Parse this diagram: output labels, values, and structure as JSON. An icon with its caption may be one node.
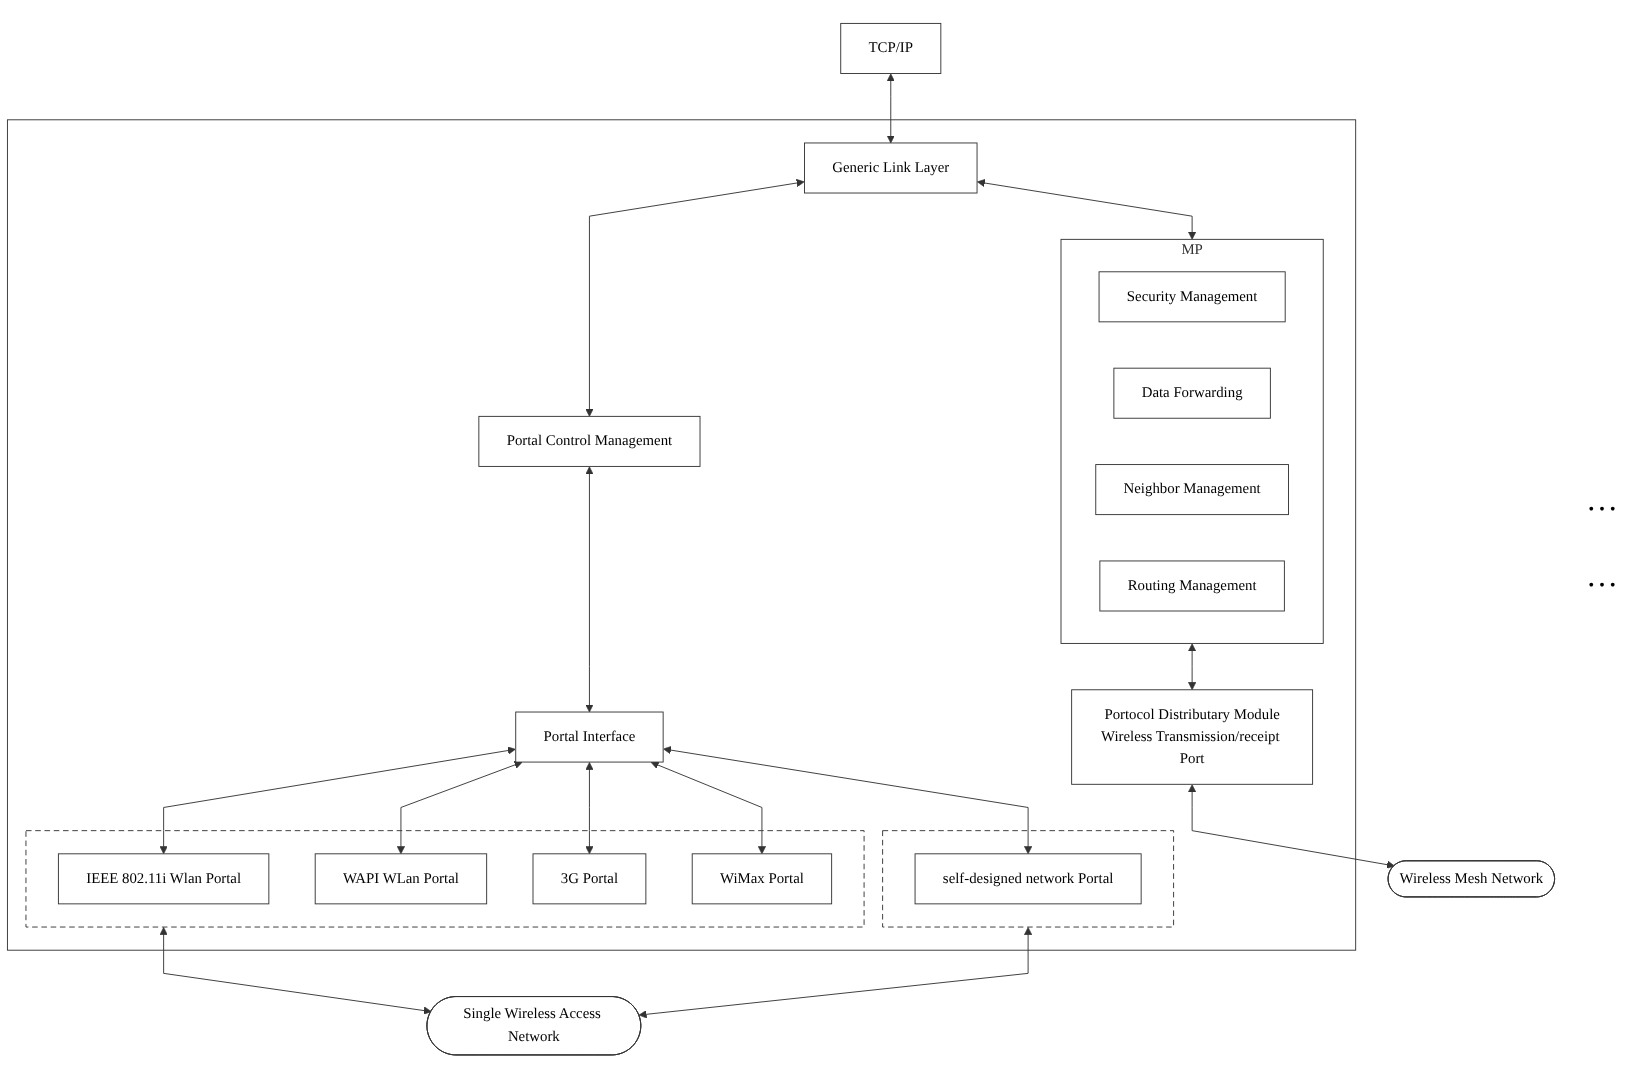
{
  "diagram": {
    "nodes": [
      {
        "text": [
          "TCP/IP"
        ]
      },
      {
        "text": [],
        "shape": "box"
      },
      {
        "text": [
          "Generic Link Layer"
        ],
        "in": 1
      },
      {
        "text": [
          "MP"
        ],
        "in": 1
      },
      {
        "text": [
          "Security Management"
        ],
        "in": 3
      },
      {
        "text": [
          "Data Forwarding"
        ],
        "in": 3
      },
      {
        "text": [
          "Neighbor Management"
        ],
        "in": 3
      },
      {
        "text": [
          "Routing Management"
        ],
        "in": 3
      },
      {
        "text": [
          "Portal Control Management"
        ],
        "in": 1
      },
      {
        "text": [
          "Portal Interface"
        ],
        "in": 1
      },
      {
        "text": [
          "Portocol Distributary Module",
          "Wireless Transmission/receipt Port"
        ],
        "in": 1
      },
      {
        "text": [],
        "shape": "box",
        "in": 1
      },
      {
        "text": [
          "IEEE 802.11i Wlan Portal"
        ],
        "in": 11
      },
      {
        "text": [
          "WAPI WLan Portal"
        ],
        "in": 11
      },
      {
        "text": [
          "3G Portal"
        ],
        "in": 11
      },
      {
        "text": [
          "WiMax Portal"
        ],
        "in": 11
      },
      {
        "text": [],
        "shape": "box",
        "in": 1
      },
      {
        "text": [
          "self-designed network Portal"
        ],
        "in": 16
      },
      {
        "text": [
          "Wireless Mesh Network"
        ]
      },
      {
        "text": [
          "Single Wireless Access Network"
        ]
      }
    ],
    "edges": [
      {
        "from": 0,
        "to": 2,
        "arrow": "both"
      },
      {
        "from": 2,
        "to": 3,
        "arrow": "both"
      },
      {
        "from": 2,
        "to": 8,
        "arrow": "both"
      },
      {
        "from": 8,
        "to": 9,
        "arrow": "both"
      },
      {
        "from": 3,
        "to": 10,
        "arrow": "both"
      },
      {
        "from": 9,
        "to": 12,
        "arrow": "both"
      },
      {
        "from": 9,
        "to": 13,
        "arrow": "both"
      },
      {
        "from": 9,
        "to": 14,
        "arrow": "both"
      },
      {
        "from": 9,
        "to": 15,
        "arrow": "both"
      },
      {
        "from": 9,
        "to": 17,
        "arrow": "both"
      },
      {
        "from": 10,
        "to": 18,
        "arrow": "both"
      },
      {
        "from": 11,
        "to": 19,
        "arrow": "both"
      },
      {
        "from": 16,
        "to": 19,
        "arrow": "both"
      }
    ],
    "labels": [
      "…",
      "…"
    ]
  }
}
